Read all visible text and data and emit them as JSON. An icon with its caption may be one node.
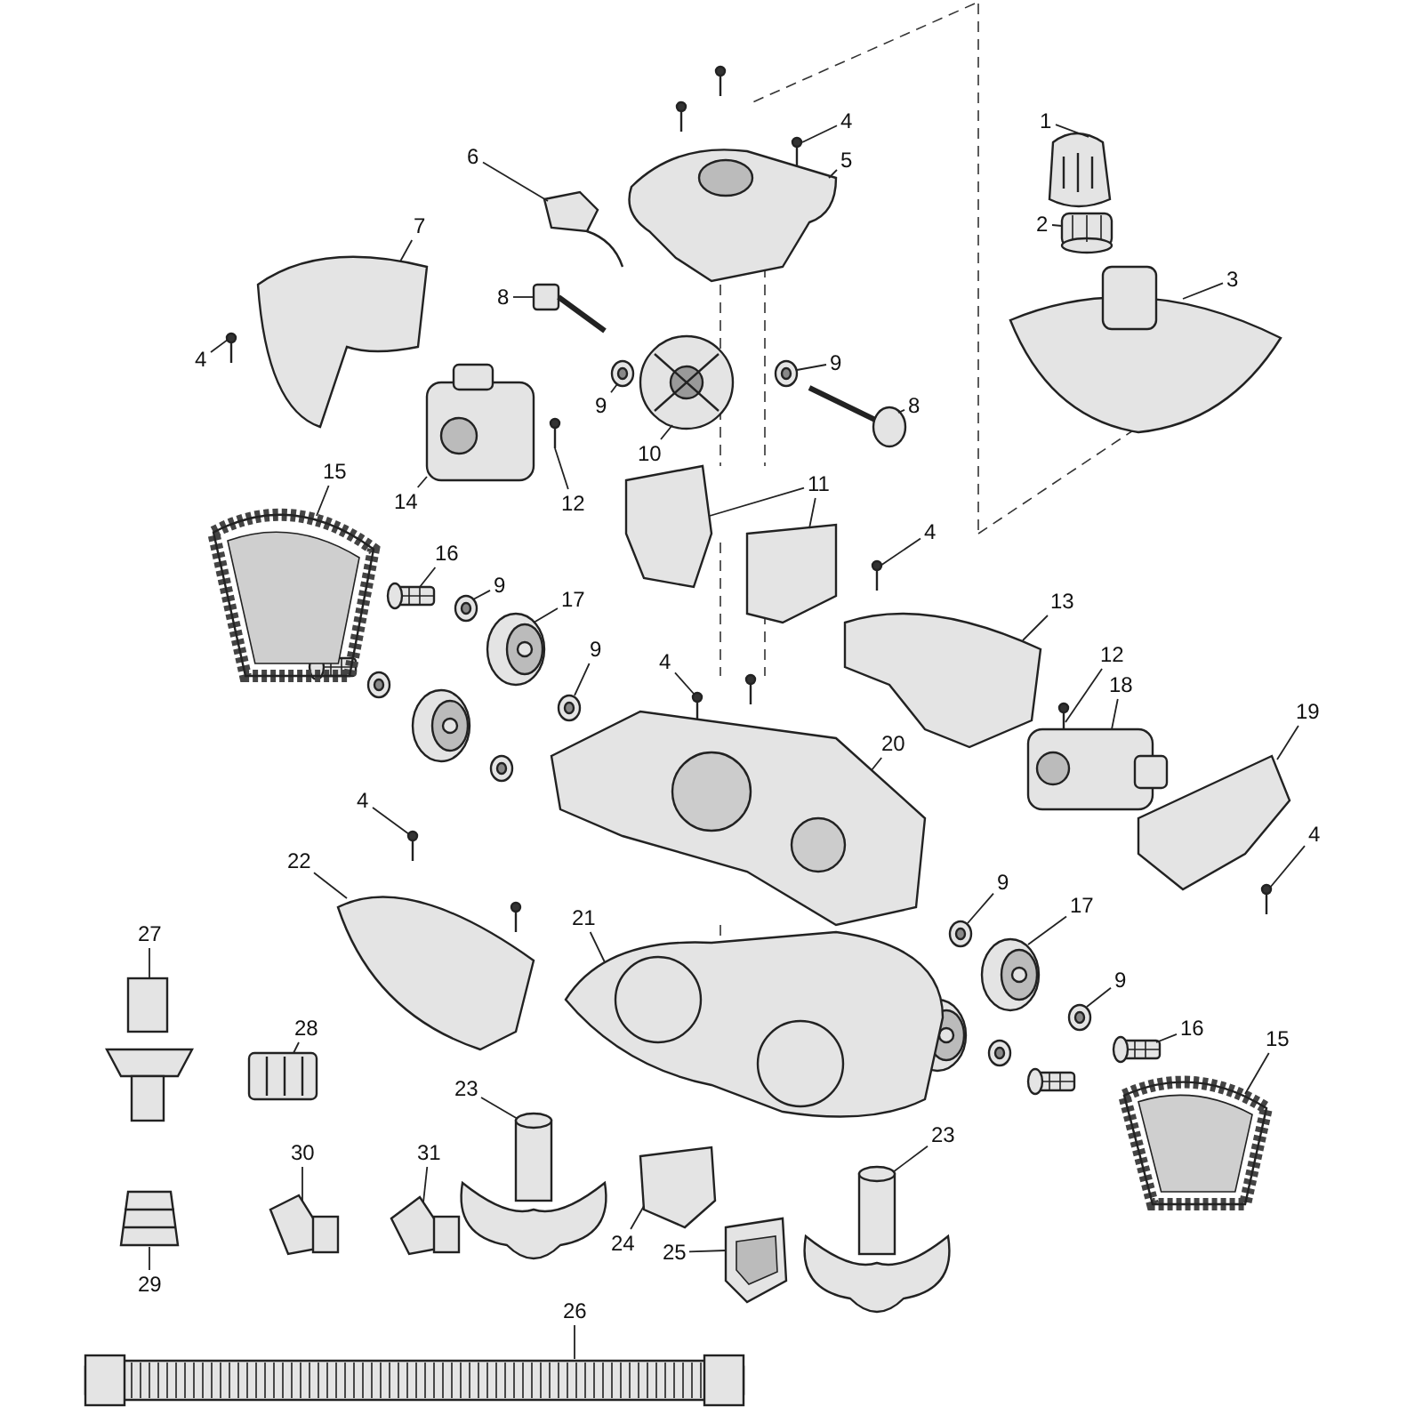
{
  "diagram": {
    "nodes": [
      {
        "text": [
          "4"
        ]
      },
      {
        "text": [
          "1"
        ]
      },
      {
        "text": [
          "5"
        ]
      },
      {
        "text": [
          "6"
        ]
      },
      {
        "text": [
          "2"
        ]
      },
      {
        "text": [
          "7"
        ]
      },
      {
        "text": [
          "3"
        ]
      },
      {
        "text": [
          "8"
        ]
      },
      {
        "text": [
          "4"
        ]
      },
      {
        "text": [
          "9"
        ]
      },
      {
        "text": [
          "9"
        ]
      },
      {
        "text": [
          "8"
        ]
      },
      {
        "text": [
          "10"
        ]
      },
      {
        "text": [
          "15"
        ]
      },
      {
        "text": [
          "11"
        ]
      },
      {
        "text": [
          "14"
        ]
      },
      {
        "text": [
          "12"
        ]
      },
      {
        "text": [
          "4"
        ]
      },
      {
        "text": [
          "16"
        ]
      },
      {
        "text": [
          "9"
        ]
      },
      {
        "text": [
          "17"
        ]
      },
      {
        "text": [
          "13"
        ]
      },
      {
        "text": [
          "9"
        ]
      },
      {
        "text": [
          "12"
        ]
      },
      {
        "text": [
          "4"
        ]
      },
      {
        "text": [
          "18"
        ]
      },
      {
        "text": [
          "19"
        ]
      },
      {
        "text": [
          "20"
        ]
      },
      {
        "text": [
          "4"
        ]
      },
      {
        "text": [
          "4"
        ]
      },
      {
        "text": [
          "22"
        ]
      },
      {
        "text": [
          "9"
        ]
      },
      {
        "text": [
          "21"
        ]
      },
      {
        "text": [
          "17"
        ]
      },
      {
        "text": [
          "27"
        ]
      },
      {
        "text": [
          "9"
        ]
      },
      {
        "text": [
          "15"
        ]
      },
      {
        "text": [
          "28"
        ]
      },
      {
        "text": [
          "16"
        ]
      },
      {
        "text": [
          "23"
        ]
      },
      {
        "text": [
          "23"
        ]
      },
      {
        "text": [
          "30"
        ]
      },
      {
        "text": [
          "31"
        ]
      },
      {
        "text": [
          "24"
        ]
      },
      {
        "text": [
          "25"
        ]
      },
      {
        "text": [
          "29"
        ]
      },
      {
        "text": [
          "26"
        ]
      },
      {
        "text": [],
        "shape": "picture"
      },
      {
        "text": [],
        "shape": "picture"
      },
      {
        "text": [],
        "shape": "picture"
      },
      {
        "text": [],
        "shape": "picture"
      },
      {
        "text": [],
        "shape": "picture"
      },
      {
        "text": [],
        "shape": "picture"
      },
      {
        "text": [],
        "shape": "picture"
      },
      {
        "text": [],
        "shape": "picture"
      },
      {
        "text": [],
        "shape": "picture"
      },
      {
        "text": [],
        "shape": "picture"
      },
      {
        "text": [],
        "shape": "picture"
      },
      {
        "text": [],
        "shape": "picture"
      },
      {
        "text": [],
        "shape": "picture"
      },
      {
        "text": [],
        "shape": "picture"
      },
      {
        "text": [],
        "shape": "picture"
      },
      {
        "text": [],
        "shape": "picture"
      },
      {
        "text": [],
        "shape": "picture"
      },
      {
        "text": [],
        "shape": "picture"
      },
      {
        "text": [],
        "shape": "picture"
      },
      {
        "text": [],
        "shape": "picture"
      },
      {
        "text": [],
        "shape": "picture"
      },
      {
        "text": [],
        "shape": "picture"
      },
      {
        "text": [],
        "shape": "picture"
      },
      {
        "text": [],
        "shape": "picture"
      },
      {
        "text": [],
        "shape": "picture"
      },
      {
        "text": [],
        "shape": "picture"
      },
      {
        "text": [],
        "shape": "picture"
      },
      {
        "text": [],
        "shape": "picture"
      },
      {
        "text": [],
        "shape": "picture"
      },
      {
        "text": [],
        "shape": "picture"
      },
      {
        "text": [],
        "shape": "picture"
      },
      {
        "text": [],
        "shape": "picture"
      },
      {
        "text": [],
        "shape": "picture"
      },
      {
        "text": [],
        "shape": "picture"
      },
      {
        "text": [],
        "shape": "picture"
      },
      {
        "text": [],
        "shape": "picture"
      },
      {
        "text": [],
        "shape": "picture"
      },
      {
        "text": [],
        "shape": "picture"
      },
      {
        "text": [],
        "shape": "picture"
      },
      {
        "text": [],
        "shape": "picture"
      },
      {
        "text": [],
        "shape": "picture"
      },
      {
        "text": [],
        "shape": "picture"
      },
      {
        "text": [],
        "shape": "picture"
      },
      {
        "text": [],
        "shape": "picture"
      },
      {
        "text": [],
        "shape": "picture"
      },
      {
        "text": [],
        "shape": "picture"
      },
      {
        "text": [],
        "shape": "picture"
      },
      {
        "text": [],
        "shape": "picture"
      }
    ],
    "edges": [
      {
        "from": 0,
        "to": 47,
        "arrow": "none"
      },
      {
        "from": 1,
        "to": 48,
        "arrow": "none"
      },
      {
        "from": 2,
        "to": 49,
        "arrow": "none"
      },
      {
        "from": 3,
        "to": 50,
        "arrow": "none"
      },
      {
        "from": 4,
        "to": 51,
        "arrow": "none"
      },
      {
        "from": 5,
        "to": 52,
        "arrow": "none"
      },
      {
        "from": 6,
        "to": 53,
        "arrow": "none"
      },
      {
        "from": 7,
        "to": 54,
        "arrow": "none"
      },
      {
        "from": 8,
        "to": 55,
        "arrow": "none"
      },
      {
        "from": 9,
        "to": 56,
        "arrow": "none"
      },
      {
        "from": 10,
        "to": 57,
        "arrow": "none"
      },
      {
        "from": 11,
        "to": 58,
        "arrow": "none"
      },
      {
        "from": 12,
        "to": 59,
        "arrow": "none"
      },
      {
        "from": 13,
        "to": 60,
        "arrow": "none"
      },
      {
        "from": 14,
        "to": 61,
        "arrow": "none"
      },
      {
        "from": 14,
        "to": 62,
        "arrow": "none"
      },
      {
        "from": 15,
        "to": 63,
        "arrow": "none"
      },
      {
        "from": 16,
        "to": 64,
        "arrow": "none"
      },
      {
        "from": 17,
        "to": 65,
        "arrow": "none"
      },
      {
        "from": 18,
        "to": 66,
        "arrow": "none"
      },
      {
        "from": 19,
        "to": 67,
        "arrow": "none"
      },
      {
        "from": 20,
        "to": 68,
        "arrow": "none"
      },
      {
        "from": 21,
        "to": 69,
        "arrow": "none"
      },
      {
        "from": 22,
        "to": 70,
        "arrow": "none"
      },
      {
        "from": 23,
        "to": 71,
        "arrow": "none"
      },
      {
        "from": 24,
        "to": 72,
        "arrow": "none"
      },
      {
        "from": 25,
        "to": 73,
        "arrow": "none"
      },
      {
        "from": 26,
        "to": 74,
        "arrow": "none"
      },
      {
        "from": 27,
        "to": 75,
        "arrow": "none"
      },
      {
        "from": 28,
        "to": 76,
        "arrow": "none"
      },
      {
        "from": 29,
        "to": 77,
        "arrow": "none"
      },
      {
        "from": 30,
        "to": 78,
        "arrow": "none"
      },
      {
        "from": 31,
        "to": 79,
        "arrow": "none"
      },
      {
        "from": 32,
        "to": 80,
        "arrow": "none"
      },
      {
        "from": 33,
        "to": 81,
        "arrow": "none"
      },
      {
        "from": 34,
        "to": 82,
        "arrow": "none"
      },
      {
        "from": 35,
        "to": 83,
        "arrow": "none"
      },
      {
        "from": 36,
        "to": 84,
        "arrow": "none"
      },
      {
        "from": 37,
        "to": 85,
        "arrow": "none"
      },
      {
        "from": 38,
        "to": 86,
        "arrow": "none"
      },
      {
        "from": 39,
        "to": 87,
        "arrow": "none"
      },
      {
        "from": 40,
        "to": 88,
        "arrow": "none"
      },
      {
        "from": 41,
        "to": 89,
        "arrow": "none"
      },
      {
        "from": 42,
        "to": 90,
        "arrow": "none"
      },
      {
        "from": 43,
        "to": 91,
        "arrow": "none"
      },
      {
        "from": 44,
        "to": 92,
        "arrow": "none"
      },
      {
        "from": 45,
        "to": 93,
        "arrow": "none"
      },
      {
        "from": 46,
        "to": 94,
        "arrow": "none"
      }
    ]
  }
}
